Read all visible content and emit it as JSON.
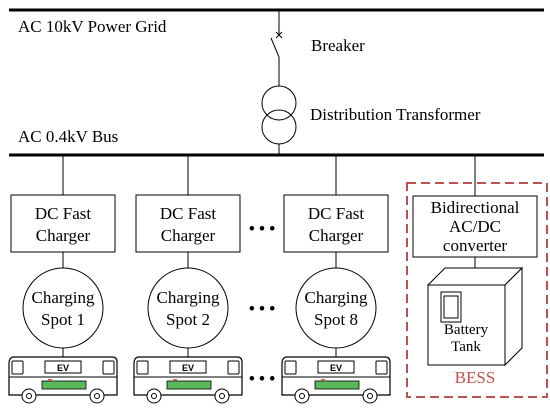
{
  "grid": {
    "label": "AC 10kV Power Grid"
  },
  "breaker": {
    "label": "Breaker"
  },
  "transformer": {
    "label": "Distribution Transformer"
  },
  "bus": {
    "label": "AC 0.4kV Bus"
  },
  "chargers": [
    {
      "charger": [
        "DC Fast",
        "Charger"
      ],
      "spot": [
        "Charging",
        "Spot 1"
      ],
      "vehicle_label": "EV"
    },
    {
      "charger": [
        "DC Fast",
        "Charger"
      ],
      "spot": [
        "Charging",
        "Spot 2"
      ],
      "vehicle_label": "EV"
    },
    {
      "charger": [
        "DC Fast",
        "Charger"
      ],
      "spot": [
        "Charging",
        "Spot 8"
      ],
      "vehicle_label": "EV"
    }
  ],
  "ellipsis": "• • •",
  "bess": {
    "converter": [
      "Bidirectional",
      "AC/DC",
      "converter"
    ],
    "battery": [
      "Battery",
      "Tank"
    ],
    "label": "BESS"
  },
  "icons": {
    "breaker": "breaker-switch-icon",
    "transformer": "transformer-icon",
    "vehicle": "electric-bus-icon",
    "battery_tank": "battery-cabinet-icon"
  },
  "colors": {
    "bess_accent": "#c0504d",
    "battery_fill": "#5cb85c",
    "battery_terminal": "#d9534f"
  }
}
